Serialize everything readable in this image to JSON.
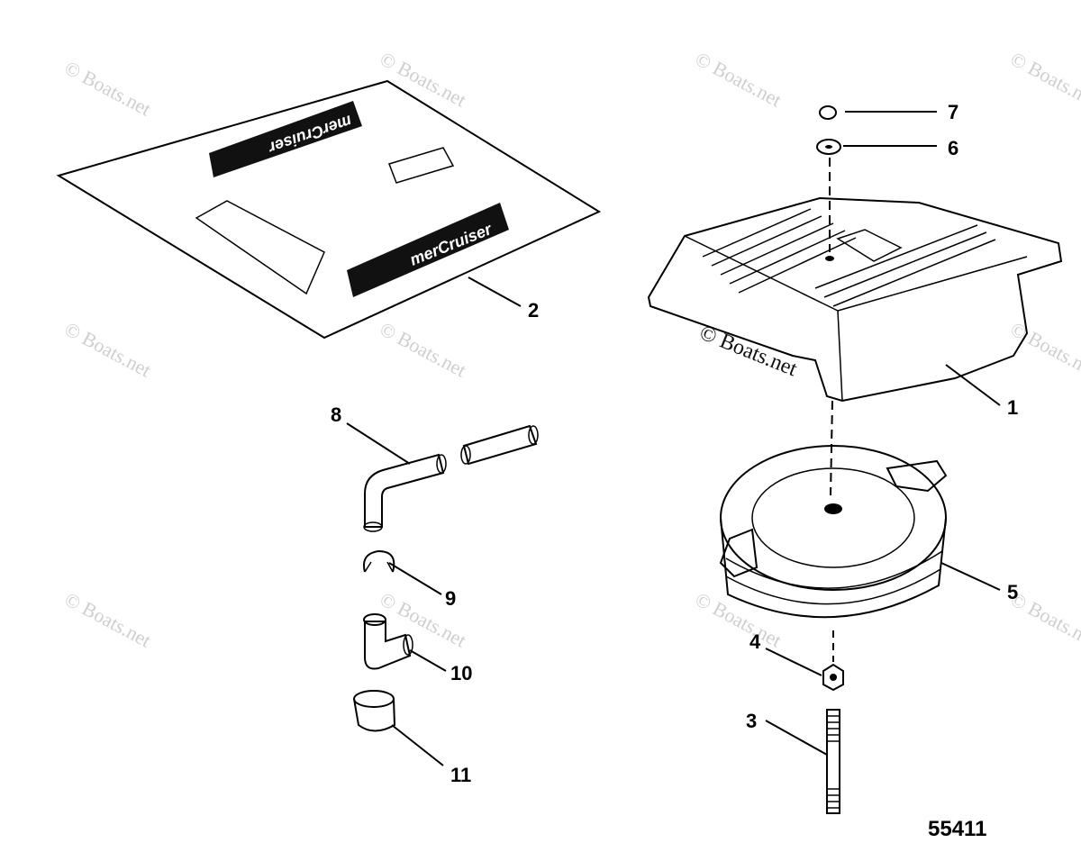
{
  "diagram": {
    "callouts": [
      {
        "id": "1",
        "label": "1"
      },
      {
        "id": "2",
        "label": "2"
      },
      {
        "id": "3",
        "label": "3"
      },
      {
        "id": "4",
        "label": "4"
      },
      {
        "id": "5",
        "label": "5"
      },
      {
        "id": "6",
        "label": "6"
      },
      {
        "id": "7",
        "label": "7"
      },
      {
        "id": "8",
        "label": "8"
      },
      {
        "id": "9",
        "label": "9"
      },
      {
        "id": "10",
        "label": "10"
      },
      {
        "id": "11",
        "label": "11"
      }
    ],
    "figure_number": "55411",
    "watermark": "© Boats.net",
    "decal_logo": "merCruiser"
  }
}
